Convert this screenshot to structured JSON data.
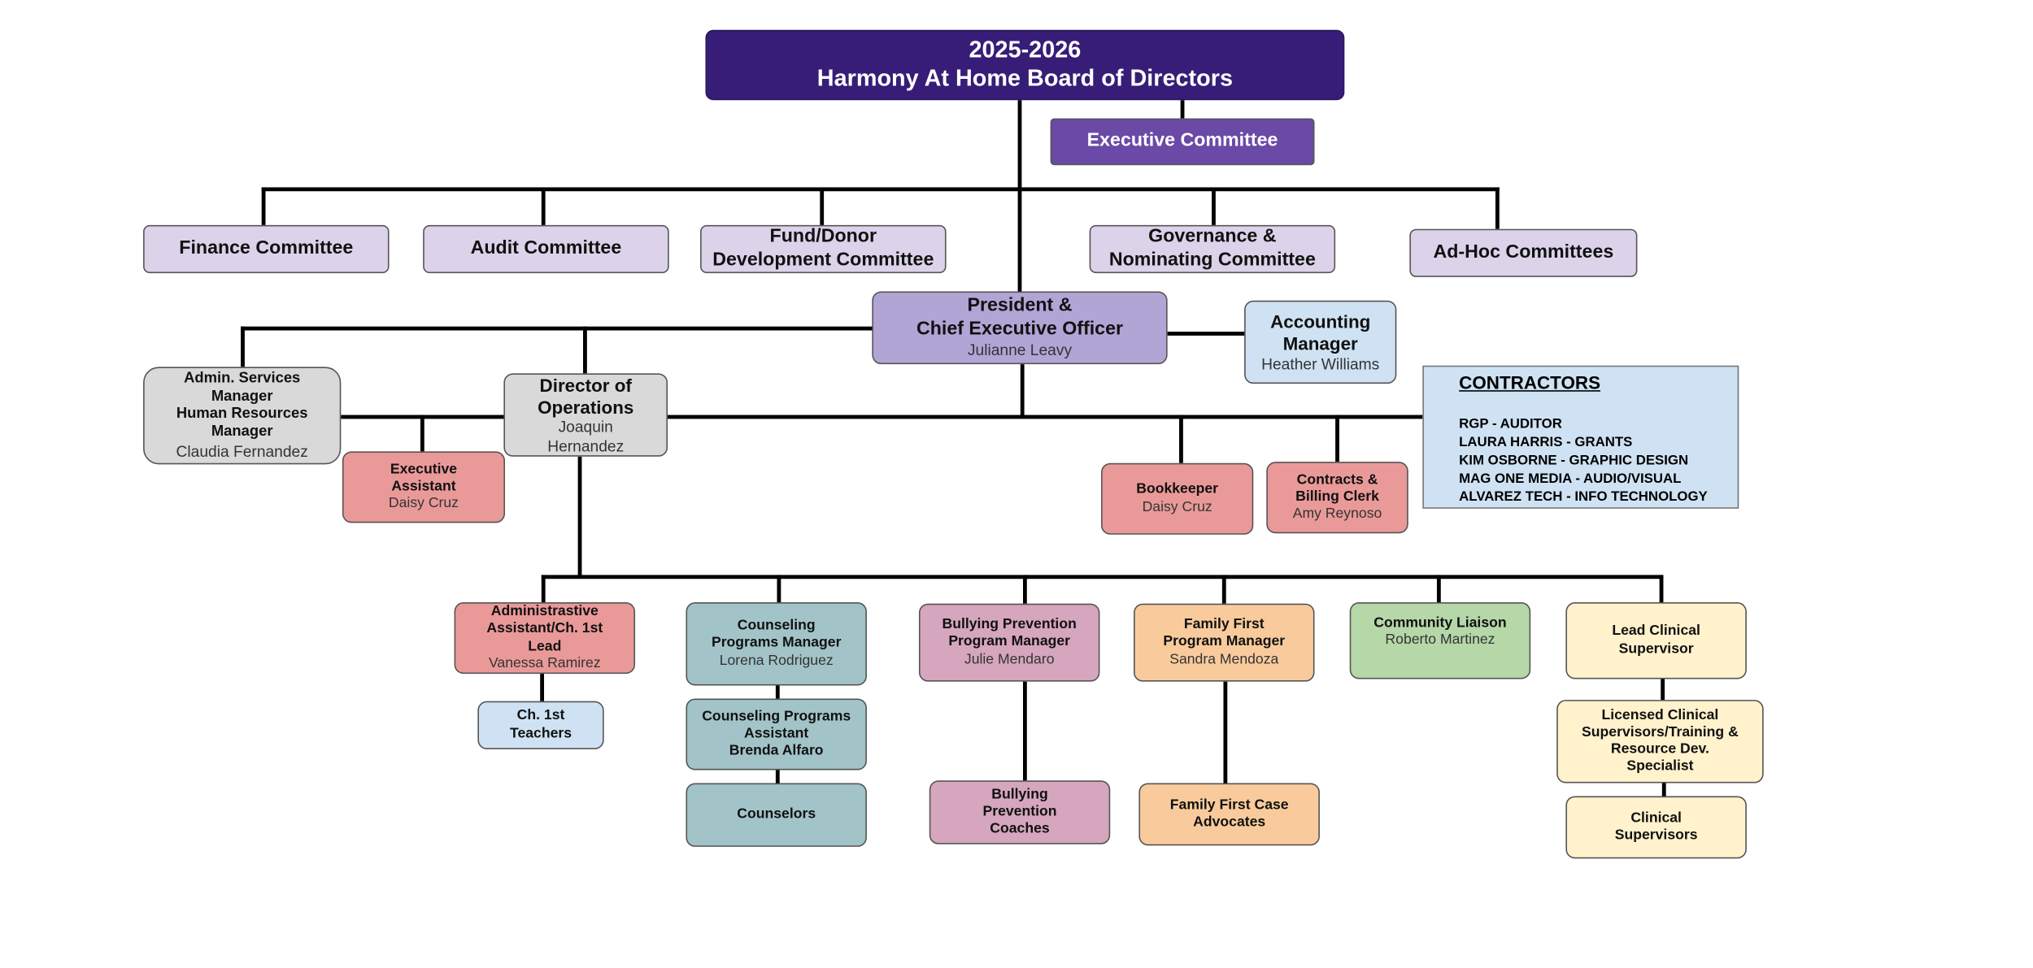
{
  "board": {
    "year": "2025-2026",
    "title": "Harmony At Home Board of Directors"
  },
  "executive_committee": "Executive Committee",
  "committees": [
    "Finance Committee",
    "Audit Committee",
    "Fund/Donor\nDevelopment Committee",
    "Governance &\nNominating Committee",
    "Ad-Hoc Committees"
  ],
  "president": {
    "title": "President &\nChief Executive Officer",
    "name": "Julianne Leavy"
  },
  "accounting": {
    "title": "Accounting\nManager",
    "name": "Heather Williams"
  },
  "admin_services": {
    "title": "Admin.  Services\nManager\nHuman Resources\nManager",
    "name": "Claudia Fernandez"
  },
  "director_ops": {
    "title": "Director of\nOperations",
    "name": "Joaquin\nHernandez"
  },
  "exec_assistant": {
    "title": "Executive\nAssistant",
    "name": "Daisy Cruz"
  },
  "bookkeeper": {
    "title": "Bookkeeper",
    "name": "Daisy Cruz"
  },
  "contracts_clerk": {
    "title": "Contracts &\nBilling Clerk",
    "name": "Amy Reynoso"
  },
  "contractors": {
    "heading": "CONTRACTORS",
    "items": [
      "RGP - AUDITOR",
      "LAURA HARRIS - GRANTS",
      "KIM OSBORNE - GRAPHIC DESIGN",
      "MAG ONE MEDIA - AUDIO/VISUAL",
      "ALVAREZ TECH - INFO TECHNOLOGY"
    ]
  },
  "programs": {
    "admin_assistant": {
      "title": "Administrastive\nAssistant/Ch. 1st\nLead",
      "name": "Vanessa Ramirez"
    },
    "ch1_teachers": {
      "title": "Ch. 1st\nTeachers"
    },
    "counseling_manager": {
      "title": "Counseling\nPrograms Manager",
      "name": "Lorena Rodriguez"
    },
    "counseling_assistant": {
      "title": "Counseling Programs\nAssistant\nBrenda Alfaro"
    },
    "counselors": {
      "title": "Counselors"
    },
    "bullying_manager": {
      "title": "Bullying Prevention\nProgram Manager",
      "name": "Julie Mendaro"
    },
    "bullying_coaches": {
      "title": "Bullying\nPrevention\nCoaches"
    },
    "family_manager": {
      "title": "Family First\nProgram Manager",
      "name": "Sandra Mendoza"
    },
    "family_advocates": {
      "title": "Family First Case\nAdvocates"
    },
    "community_liaison": {
      "title": "Community Liaison",
      "name": "Roberto Martinez"
    },
    "lead_clinical": {
      "title": "Lead Clinical\nSupervisor"
    },
    "licensed_clinical": {
      "title": "Licensed Clinical\nSupervisors/Training &\nResource Dev.\nSpecialist"
    },
    "clinical_supervisors": {
      "title": "Clinical\nSupervisors"
    }
  },
  "colors": {
    "board": "#371d77",
    "exec": "#6a4aa6",
    "committee": "#dcd3ea",
    "president": "#b1a5d6",
    "blue": "#cfe2f3",
    "gray": "#d9d9d9",
    "red": "#ea9999",
    "teal": "#a2c4c9",
    "pink": "#d5a6bd",
    "orange": "#f9cb9c",
    "green": "#b6d7a8",
    "yellow": "#fff2cc"
  }
}
